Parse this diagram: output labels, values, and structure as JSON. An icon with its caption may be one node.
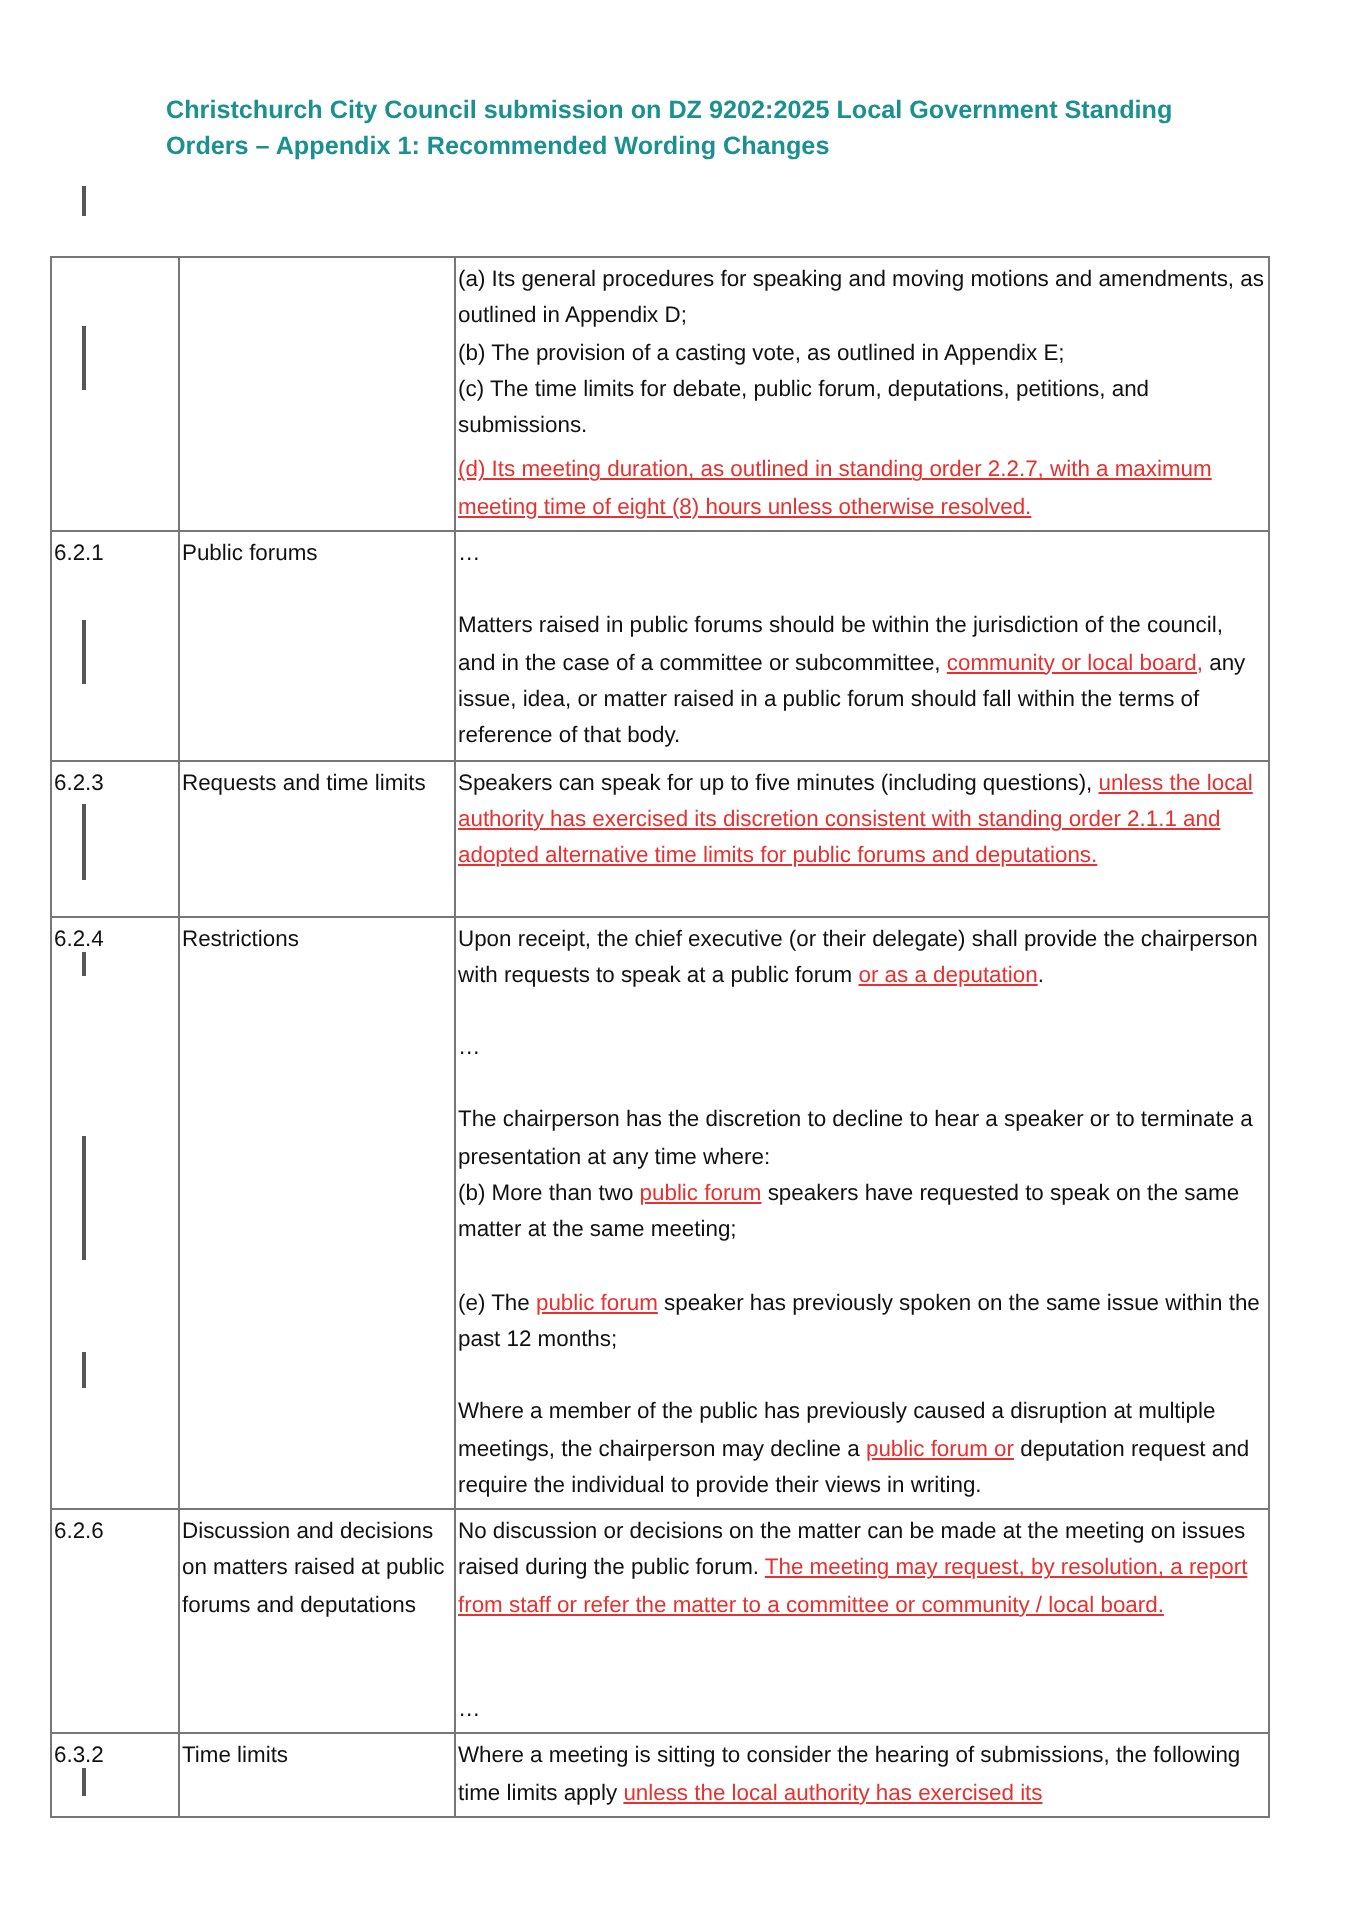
{
  "diagram": {
    "title": "Christchurch City Council submission on DZ 9202:2025 Local Government Standing Orders – Appendix 1: Recommended Wording Changes",
    "labels": [
      "(a)  Its general procedures for speaking and moving motions and amendments, as outlined in Appendix D;",
      "(b)  The provision of a casting vote, as outlined in Appendix E;",
      "(c)  The time limits for debate, public forum, deputations, petitions, and submissions.",
      "(d) Its meeting duration, as outlined in standing order 2.2.7, with a maximum meeting time of eight (8) hours unless otherwise resolved.",
      "6.2.1",
      "Public forums",
      "…",
      "Matters raised in public forums should be within the jurisdiction of the council, and in the case of a committee or subcommittee,",
      "community or local board,",
      "any issue, idea, or matter raised in a public forum should fall within the terms of reference of that body.",
      "6.2.3",
      "Requests and time limits",
      "Speakers can speak for up to five minutes (including questions),",
      "unless the local authority has exercised its discretion consistent with standing order 2.1.1 and adopted alternative time limits for public forums and deputations.",
      "6.2.4",
      "Restrictions",
      "Upon receipt, the chief executive (or their delegate) shall provide the chairperson with requests to speak at a public forum",
      "or as a deputation",
      ".",
      "…",
      "The chairperson has the discretion to decline to hear a speaker or to terminate a presentation at any time where:",
      "(b) More than two",
      "public forum",
      "speakers have requested to speak on the same matter at the same meeting;",
      "(e)  The",
      "public forum",
      "speaker has previously spoken on the same issue within the past 12 months;",
      "Where a member of the public has previously caused a disruption at multiple meetings, the chairperson may decline a",
      "public forum or",
      "deputation request and require the individual to provide their views in writing.",
      "6.2.6",
      "Discussion and decisions on matters raised at public forums and deputations",
      "No discussion or decisions on the matter can be made at the meeting on issues raised during the public forum.",
      "The meeting may request, by resolution, a report from staff or refer the matter to a committee or community / local board.",
      "…",
      "6.3.2",
      "Time limits",
      "Where a meeting is sitting to consider the hearing of submissions, the following time limits apply",
      "unless the local authority has exercised its"
    ]
  }
}
